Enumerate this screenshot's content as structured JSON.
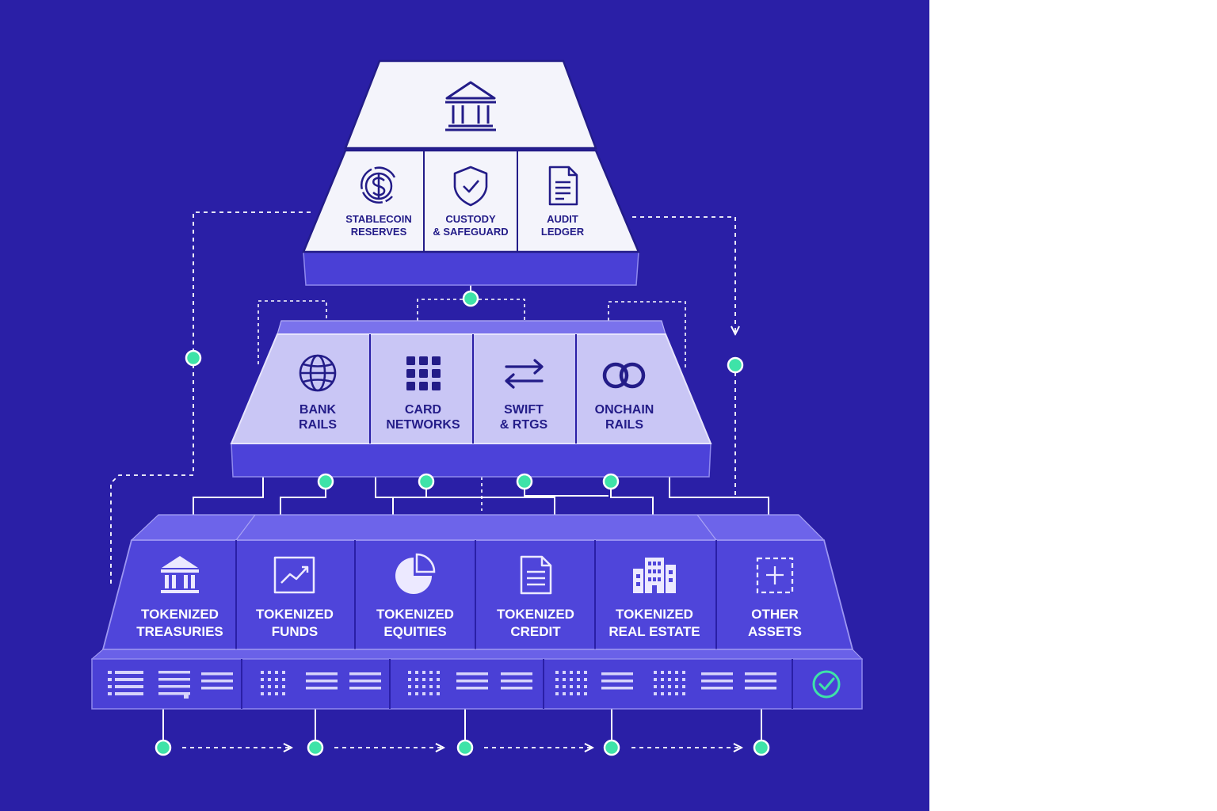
{
  "colors": {
    "background": "#2a1fa6",
    "top_face": "#f4f4fb",
    "mid_face": "#c9c6f5",
    "low_face": "#5a50df",
    "accent_dot": "#3ee3a8",
    "icon_dark": "#231c88",
    "line": "#ffffff"
  },
  "top_tier": {
    "header_icon": "bank-icon",
    "items": [
      {
        "icon": "dollar-coin-icon",
        "line1": "STABLECOIN",
        "line2": "RESERVES"
      },
      {
        "icon": "shield-check-icon",
        "line1": "CUSTODY",
        "line2": "& SAFEGUARD"
      },
      {
        "icon": "document-icon",
        "line1": "AUDIT",
        "line2": "LEDGER"
      }
    ]
  },
  "middle_tier": {
    "items": [
      {
        "icon": "globe-icon",
        "line1": "BANK",
        "line2": "RAILS"
      },
      {
        "icon": "grid-icon",
        "line1": "CARD",
        "line2": "NETWORKS"
      },
      {
        "icon": "swap-arrows-icon",
        "line1": "SWIFT",
        "line2": "& RTGS"
      },
      {
        "icon": "linked-rings-icon",
        "line1": "ONCHAIN",
        "line2": "RAILS"
      }
    ]
  },
  "bottom_tier": {
    "items": [
      {
        "icon": "bank-icon",
        "line1": "TOKENIZED",
        "line2": "TREASURIES"
      },
      {
        "icon": "line-chart-icon",
        "line1": "TOKENIZED",
        "line2": "FUNDS"
      },
      {
        "icon": "pie-chart-icon",
        "line1": "TOKENIZED",
        "line2": "EQUITIES"
      },
      {
        "icon": "document-icon",
        "line1": "TOKENIZED",
        "line2": "CREDIT"
      },
      {
        "icon": "buildings-icon",
        "line1": "TOKENIZED",
        "line2": "REAL ESTATE"
      },
      {
        "icon": "plus-box-icon",
        "line1": "OTHER",
        "line2": "ASSETS"
      }
    ]
  },
  "base_strip": {
    "status_icon": "check-circle-icon"
  }
}
